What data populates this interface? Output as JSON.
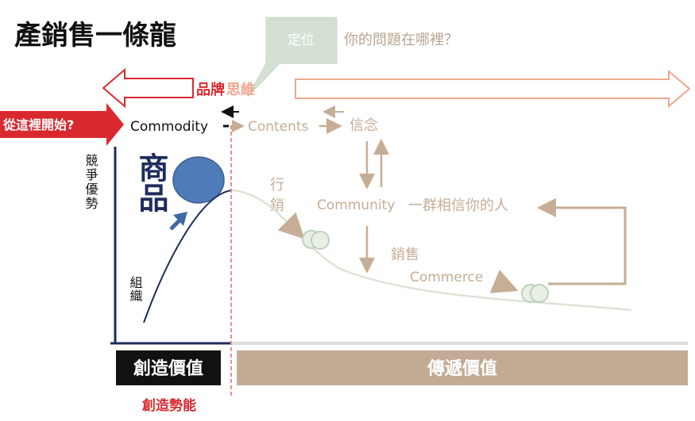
{
  "title": "產銷售一條龍",
  "callout": {
    "label": "定位",
    "question": "你的問題在哪裡？"
  },
  "brand_thinking": {
    "part1": "品牌",
    "part2": "思維"
  },
  "start_here": "從這裡開始?",
  "flow": {
    "commodity": "Commodity",
    "contents": "Contents",
    "belief": "信念",
    "community": "Community",
    "community_desc": "一群相信你的人",
    "marketing": "行銷",
    "sales": "銷售",
    "commerce": "Commerce"
  },
  "axis": {
    "y_label": "競爭優勢",
    "product": "商品",
    "organization": "組織"
  },
  "bottom": {
    "create_value": "創造價值",
    "deliver_value": "傳遞價值",
    "create_momentum": "創造勢能"
  },
  "colors": {
    "red": "#d9292e",
    "navy": "#1f2d5c",
    "blue_fill": "#4f7cb8",
    "tan": "#c6ad96",
    "tan_dark": "#b39a82",
    "callout_fill": "#d3e0d3",
    "light_red_outline": "#f0a890"
  }
}
